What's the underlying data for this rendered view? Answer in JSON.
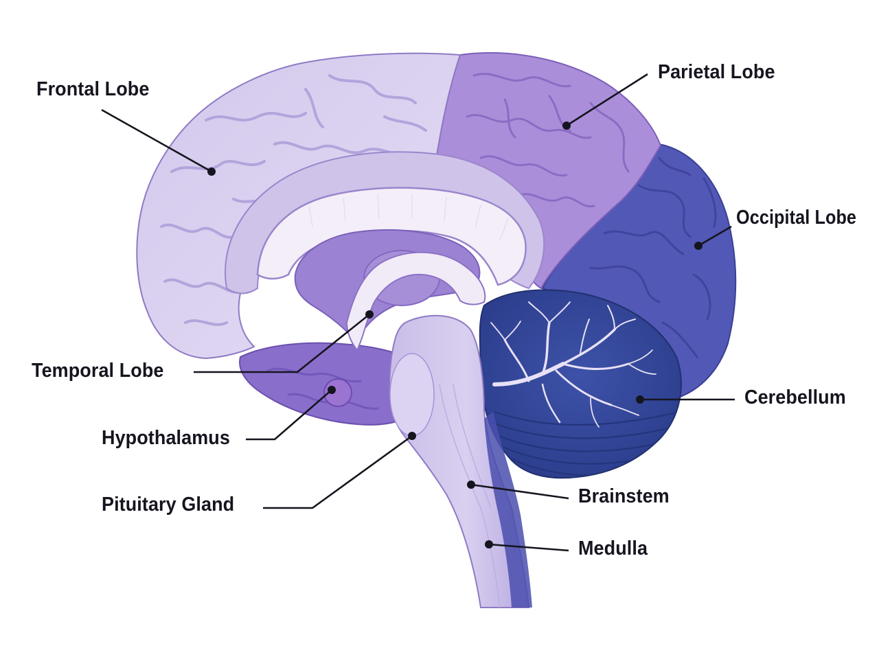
{
  "diagram": {
    "labels": {
      "frontal_lobe": "Frontal Lobe",
      "parietal_lobe": "Parietal Lobe",
      "occipital_lobe": "Occipital Lobe",
      "temporal_lobe": "Temporal Lobe",
      "cerebellum": "Cerebellum",
      "hypothalamus": "Hypothalamus",
      "pituitary_gland": "Pituitary Gland",
      "brainstem": "Brainstem",
      "medulla": "Medulla"
    },
    "colors": {
      "frontal_lobe": "#d9d1ee",
      "parietal_lobe": "#a98ad8",
      "occipital_lobe": "#4f55b3",
      "temporal_lobe": "#8a6fcc",
      "cerebellum": "#34479a",
      "brainstem": "#d4cbec",
      "corpus_callosum": "#f4eef8",
      "outline": "#4a3c8c",
      "leader_line": "#15151f"
    }
  }
}
